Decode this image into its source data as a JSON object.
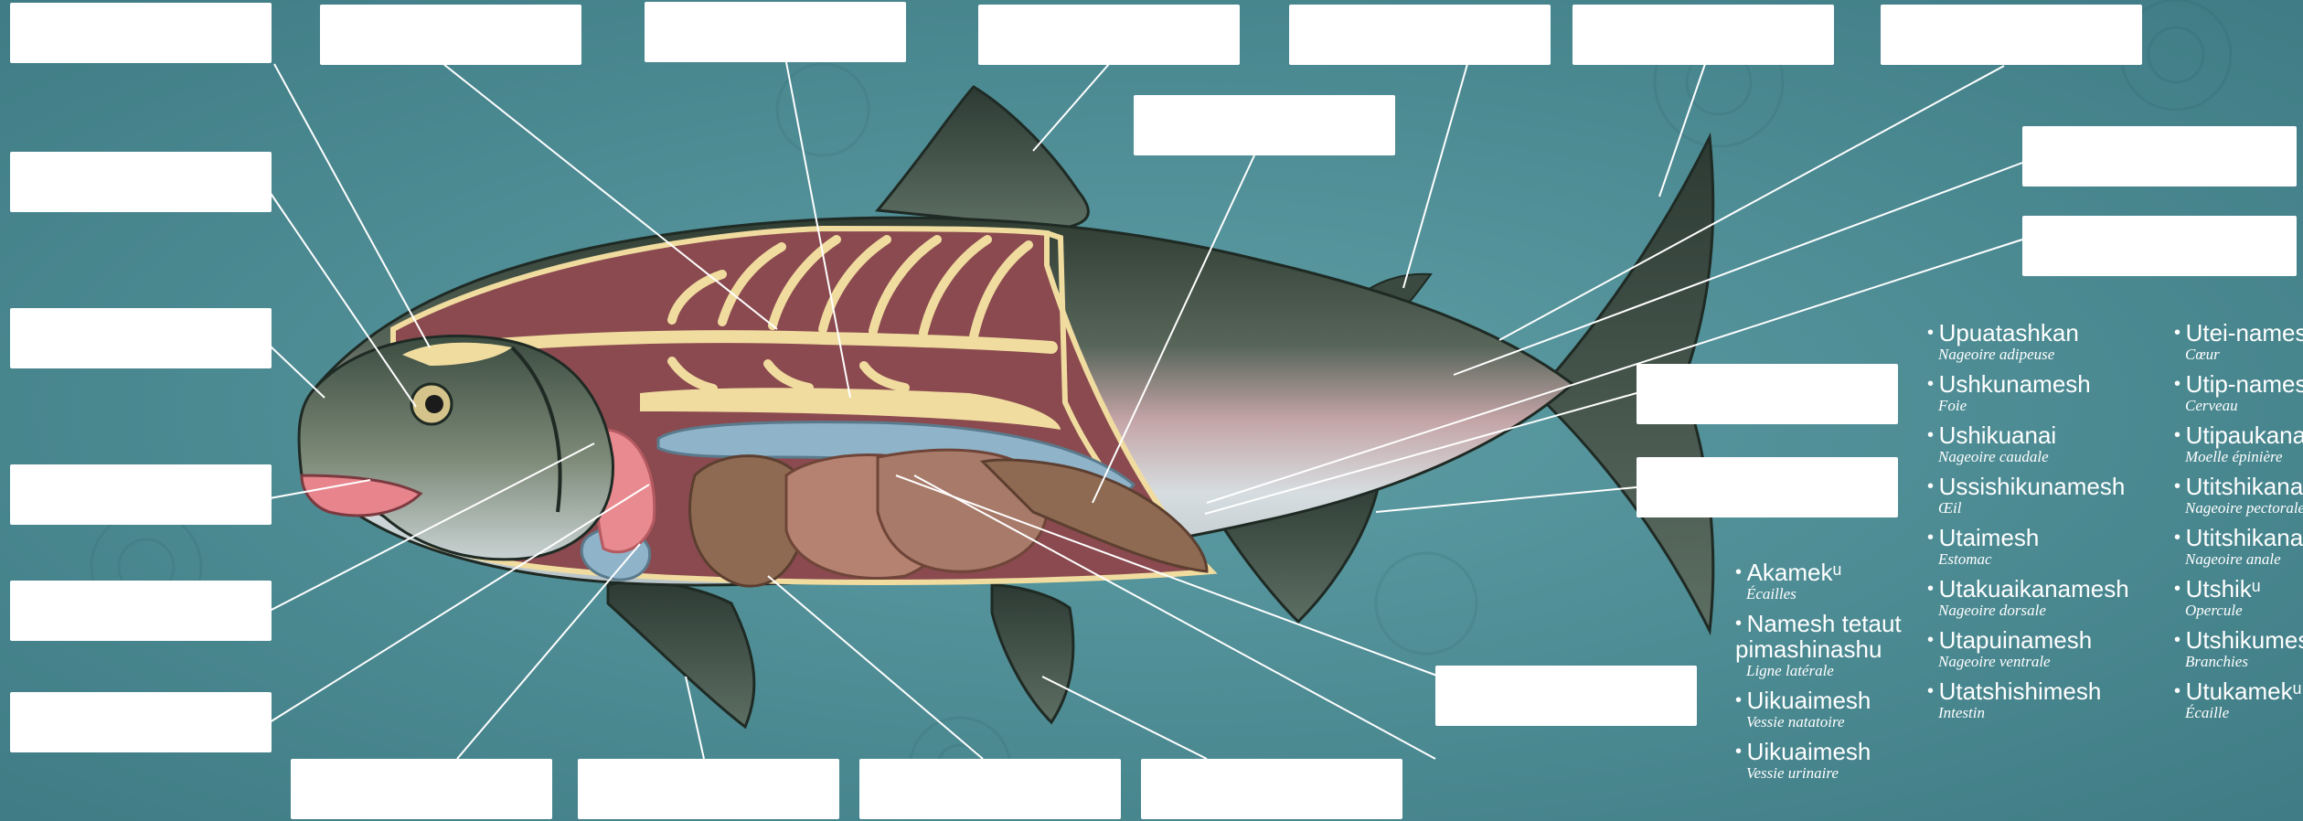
{
  "diagram": {
    "empty_label_count": 22
  },
  "legend": {
    "col1": [
      {
        "native": "Akamekᵘ",
        "french": "Écailles"
      },
      {
        "native": "Namesh tetaut pimashinashu",
        "french": "Ligne latérale"
      },
      {
        "native": "Uikuaimesh",
        "french": "Vessie natatoire"
      },
      {
        "native": "Uikuaimesh",
        "french": "Vessie urinaire"
      }
    ],
    "col2": [
      {
        "native": "Upuatashkan",
        "french": "Nageoire adipeuse"
      },
      {
        "native": "Ushkunamesh",
        "french": "Foie"
      },
      {
        "native": "Ushikuanai",
        "french": "Nageoire caudale"
      },
      {
        "native": "Ussishikunamesh",
        "french": "Œil"
      },
      {
        "native": "Utaimesh",
        "french": "Estomac"
      },
      {
        "native": "Utakuaikanamesh",
        "french": "Nageoire dorsale"
      },
      {
        "native": "Utapuinamesh",
        "french": "Nageoire ventrale"
      },
      {
        "native": "Utatshishimesh",
        "french": "Intestin"
      }
    ],
    "col3": [
      {
        "native": "Utei-namesh",
        "french": "Cœur"
      },
      {
        "native": "Utip-namesh",
        "french": "Cerveau"
      },
      {
        "native": "Utipaukanamesh",
        "french": "Moelle épinière"
      },
      {
        "native": "Utitshikanamesh",
        "french": "Nageoire pectorale"
      },
      {
        "native": "Utitshikanamesh",
        "french": "Nageoire anale"
      },
      {
        "native": "Utshikᵘ",
        "french": "Opercule"
      },
      {
        "native": "Utshikumesh",
        "french": "Branchies"
      },
      {
        "native": "Utukamekᵘ",
        "french": "Écaille"
      }
    ]
  },
  "colors": {
    "background": "#4f8e96",
    "body_back": "#3b4a3e",
    "body_belly": "#c9d3d6",
    "cavity": "#8a4a4f",
    "bone": "#f1dca0",
    "swim_bladder": "#8fb3c9",
    "organs": "#a87a6a",
    "gills": "#e88a8f",
    "label_box": "#ffffff",
    "leader_line": "#ffffff"
  }
}
